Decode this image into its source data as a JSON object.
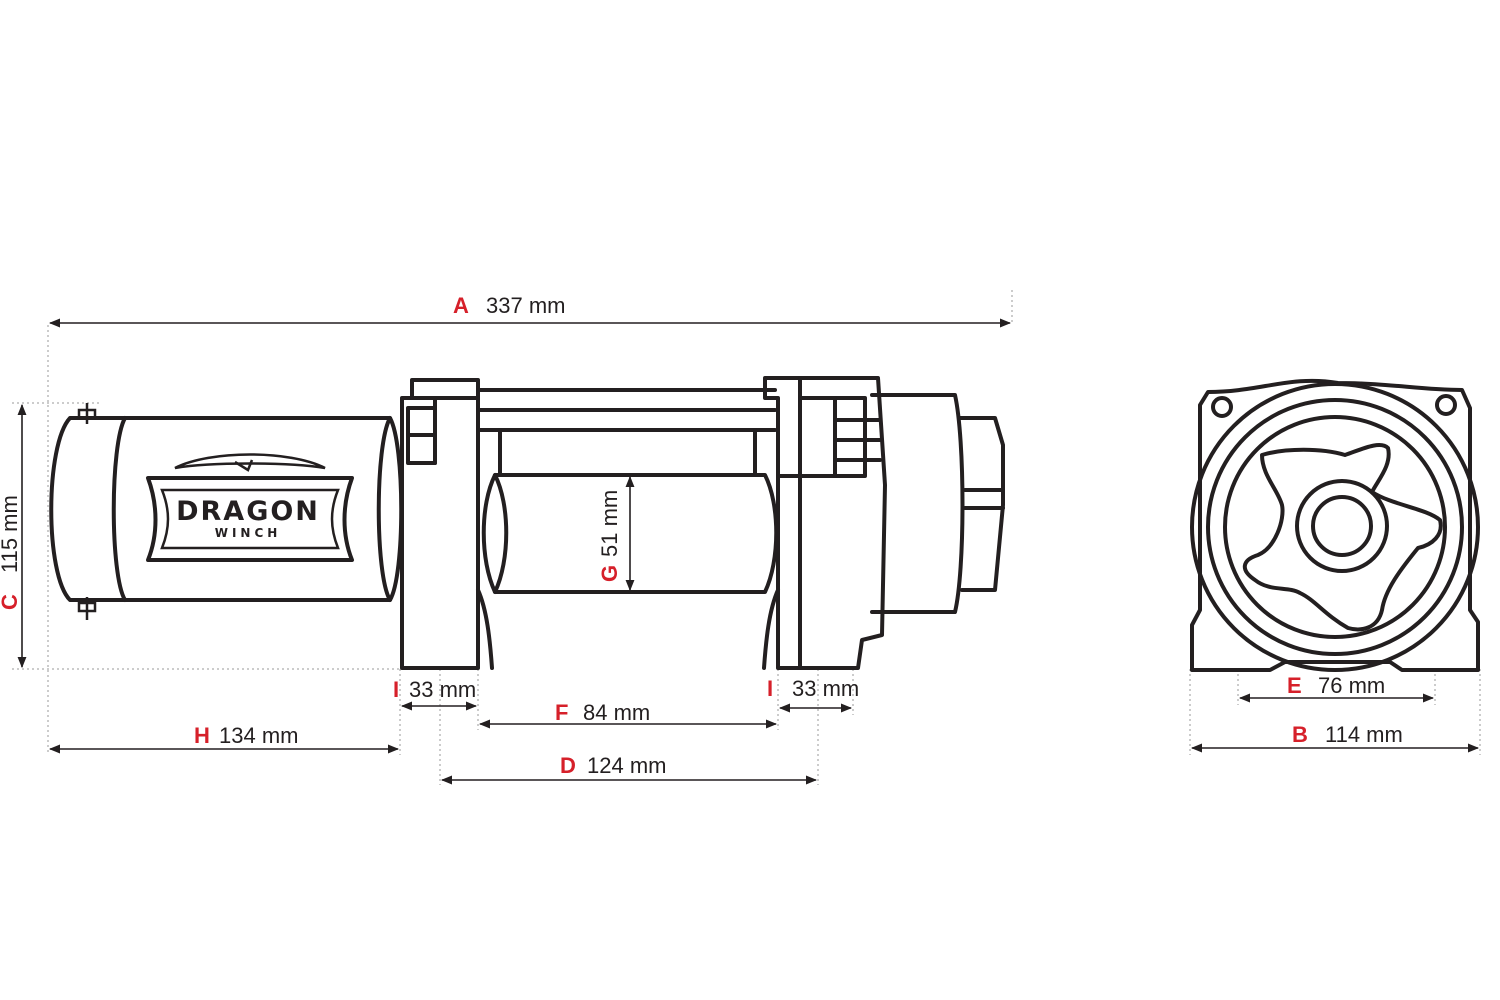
{
  "logo": {
    "brand": "DRAGON",
    "sub": "WINCH"
  },
  "dimensions": {
    "A": {
      "letter": "A",
      "value": "337 mm"
    },
    "B": {
      "letter": "B",
      "value": "114 mm"
    },
    "C": {
      "letter": "C",
      "value": "115 mm"
    },
    "D": {
      "letter": "D",
      "value": "124 mm"
    },
    "E": {
      "letter": "E",
      "value": "76 mm"
    },
    "F": {
      "letter": "F",
      "value": "84 mm"
    },
    "G": {
      "letter": "G",
      "value": "51 mm"
    },
    "H": {
      "letter": "H",
      "value": "134 mm"
    },
    "I_left": {
      "letter": "I",
      "value": "33 mm"
    },
    "I_right": {
      "letter": "I",
      "value": "33 mm"
    }
  },
  "colors": {
    "line": "#231f20",
    "letter": "#d6202a",
    "extension": "#9a9a9a"
  }
}
